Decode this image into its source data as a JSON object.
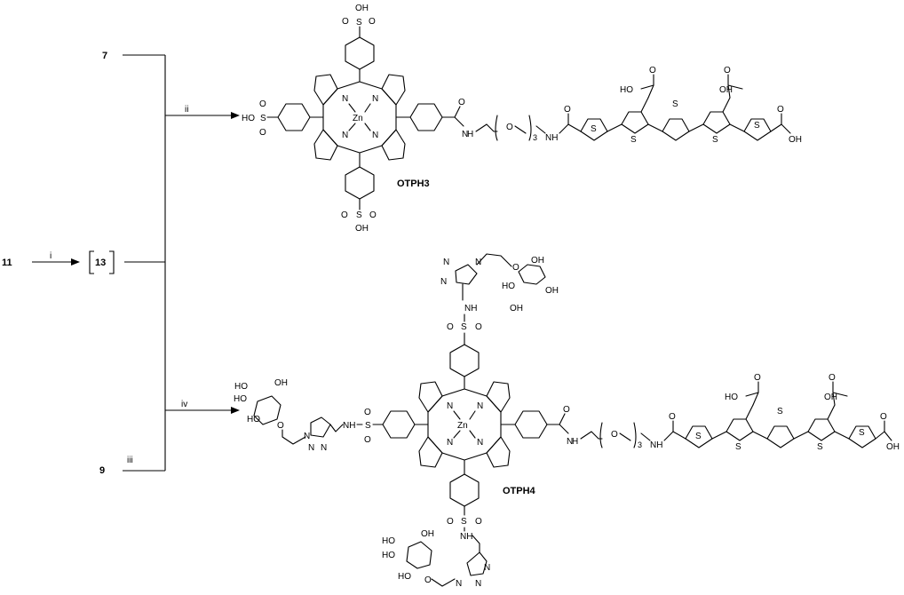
{
  "scheme": {
    "compounds": {
      "c7": "7",
      "c11": "11",
      "c13": "13",
      "c9": "9"
    },
    "steps": {
      "i": "i",
      "ii": "ii",
      "iii": "iii",
      "iv": "iv"
    },
    "products": {
      "otph3": "OTPH3",
      "otph4": "OTPH4"
    },
    "atoms": {
      "n": "N",
      "zn": "Zn",
      "s": "S",
      "o": "O",
      "nh": "NH",
      "h": "H",
      "oh": "OH",
      "ho": "HO",
      "so2oh_s": "S",
      "sulfo_o": "O",
      "three": "3",
      "cooh_o": "O",
      "triazole_n": "N"
    }
  }
}
